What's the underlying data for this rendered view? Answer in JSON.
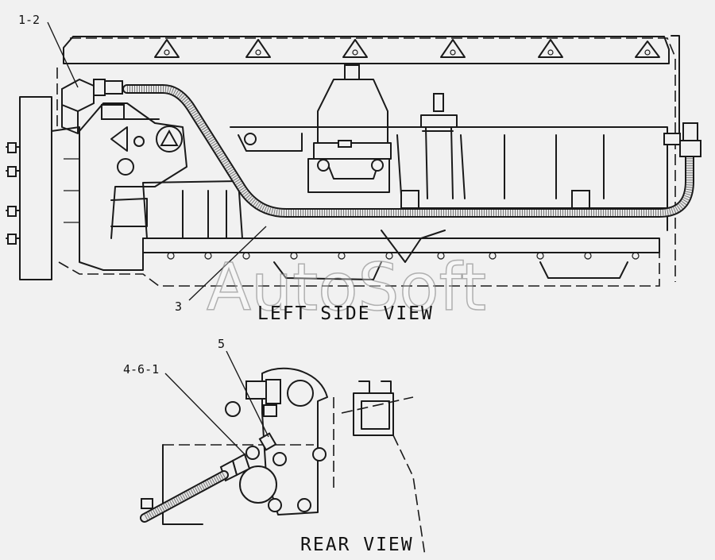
{
  "callouts": {
    "c12": "1-2",
    "c3": "3",
    "c5": "5",
    "c461": "4-6-1"
  },
  "views": {
    "left_side": "LEFT SIDE VIEW",
    "rear": "REAR VIEW"
  },
  "watermark": "AutoSoft"
}
